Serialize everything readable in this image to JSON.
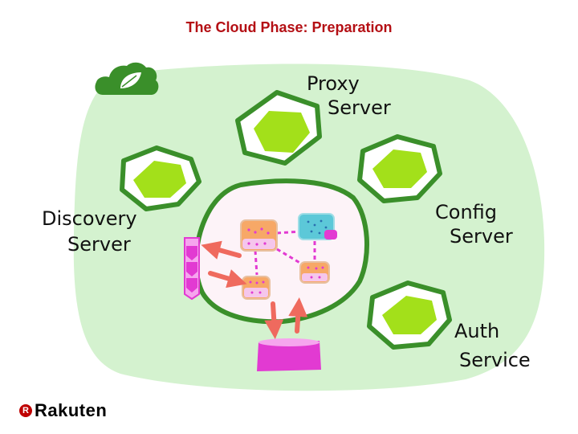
{
  "title": "The Cloud Phase: Preparation",
  "labels": {
    "proxy_line1": "Proxy",
    "proxy_line2": "Server",
    "config_line1": "Config",
    "config_line2": "Server",
    "discovery_line1": "Discovery",
    "discovery_line2": "Server",
    "auth_line1": "Auth",
    "auth_line2": "Service"
  },
  "logo": {
    "mark": "R",
    "text": "Rakuten"
  },
  "colors": {
    "title": "#b40f14",
    "cloud_fill": "#d4f2cf",
    "ring_green": "#3a8f2a",
    "hex_lime": "#a3e01a",
    "core_fill": "#fdf3f8",
    "magenta": "#e23ad2",
    "arrow": "#ef6a5e",
    "pod_orange": "#f7a867",
    "pod_cyan": "#5cc8d8",
    "logo_red": "#bf0000"
  },
  "icons": {
    "cloud_badge": "cloud-leaf-icon"
  }
}
